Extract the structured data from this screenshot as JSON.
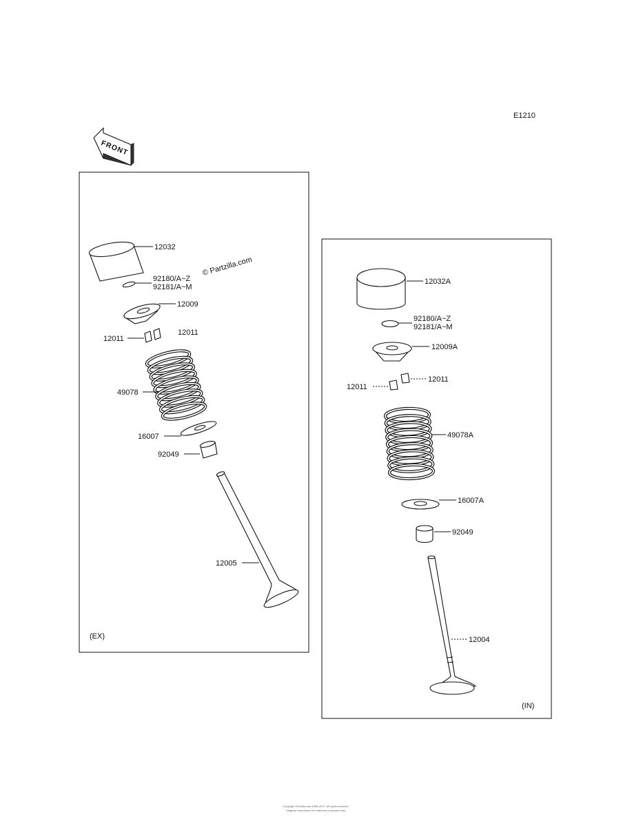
{
  "diagram_code": "E1210",
  "front_label": "FRONT",
  "watermark": "© Partzilla.com",
  "ex_panel": {
    "label": "(EX)",
    "parts": {
      "tappet": "12032",
      "shim_a": "92180/A~Z",
      "shim_b": "92181/A~M",
      "retainer": "12009",
      "cotter_left": "12011",
      "cotter_right": "12011",
      "spring": "49078",
      "seat": "16007",
      "seal": "92049",
      "valve": "12005"
    }
  },
  "in_panel": {
    "label": "(IN)",
    "parts": {
      "tappet": "12032A",
      "shim_a": "92180/A~Z",
      "shim_b": "92181/A~M",
      "retainer": "12009A",
      "cotter_left": "12011",
      "cotter_right": "12011",
      "spring": "49078A",
      "seat": "16007A",
      "seal": "92049",
      "valve": "12004"
    }
  },
  "footer": {
    "line1": "Copyright Partzilla.com 1998-2017. All rights reserved.",
    "line2": "Diagram reproduced for reference purposes only."
  }
}
